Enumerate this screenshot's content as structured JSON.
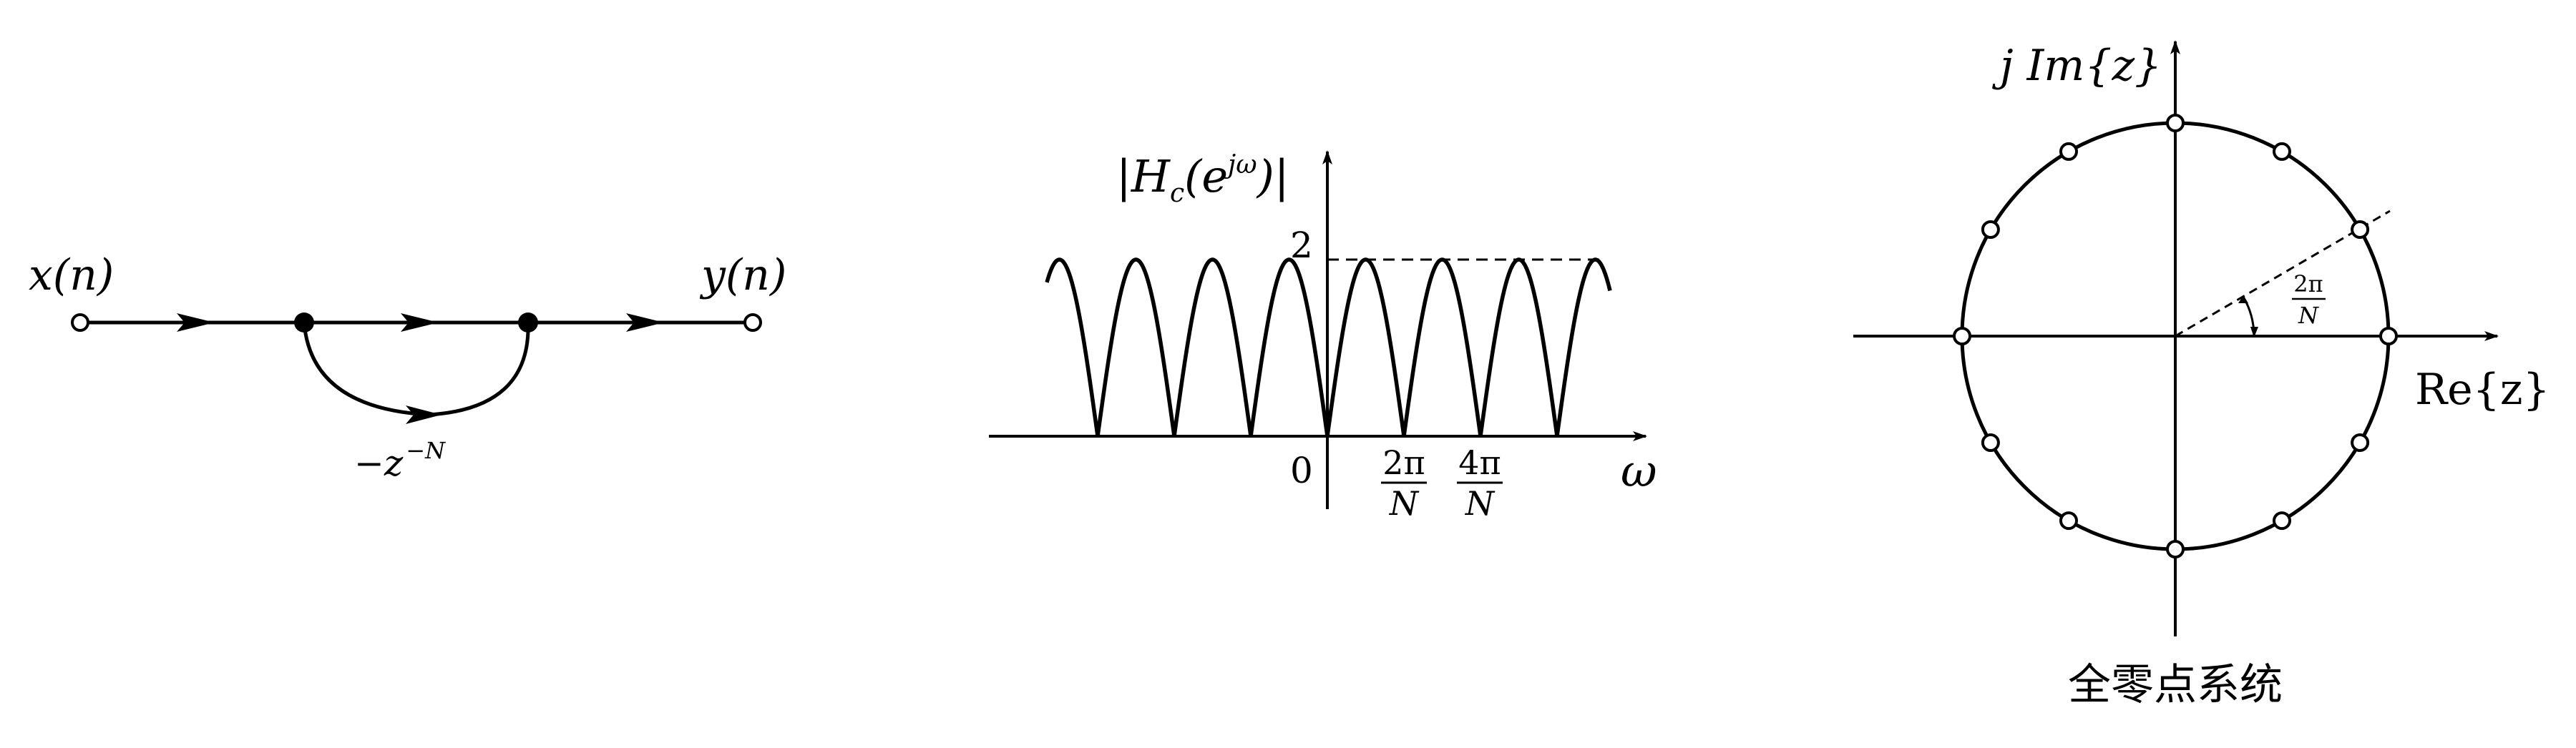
{
  "flow_graph": {
    "input_label": "x(n)",
    "output_label": "y(n)",
    "branch_gain": "−z",
    "branch_gain_exp": "−N"
  },
  "magnitude_plot": {
    "ylabel_main": "|H",
    "ylabel_sub": "c",
    "ylabel_arg": "(e",
    "ylabel_sup": "jω",
    "ylabel_close": ")|",
    "xlabel": "ω",
    "origin": "0",
    "peak": "2",
    "tick1_num": "2π",
    "tick1_den": "N",
    "tick2_num": "4π",
    "tick2_den": "N"
  },
  "zplane": {
    "im_label": "j Im{z}",
    "re_label": "Re{z}",
    "angle_num": "2π",
    "angle_den": "N",
    "caption": "全零点系统"
  },
  "chart_data": {
    "type": "line",
    "function": "|H_c(e^{jω})| = 2|sin(ωN/2)|",
    "peak_value": 2,
    "zero_spacing": "2π/N",
    "x_ticks": [
      "0",
      "2π/N",
      "4π/N"
    ],
    "y_ticks": [
      "2"
    ],
    "xlabel": "ω",
    "ylabel": "|H_c(e^{jω})|",
    "visible_lobes": 8
  },
  "zero_count": 12
}
